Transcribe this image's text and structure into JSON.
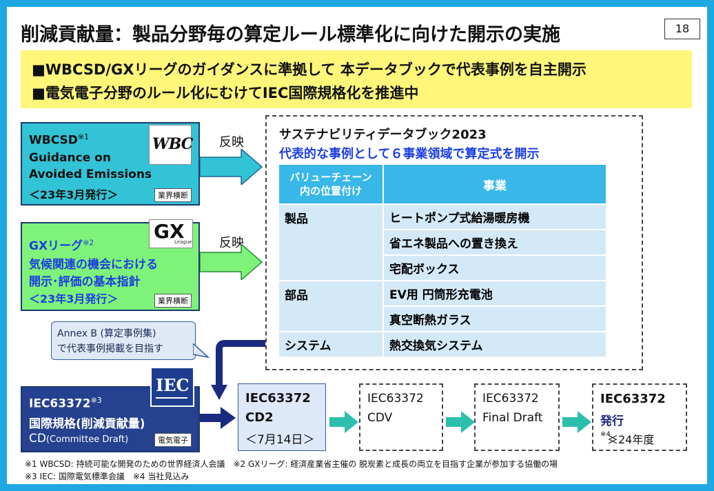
{
  "title": "削減貢献量：製品分野毎の算定ルール標準化に向けた開示の実施",
  "page_number": "18",
  "banner": {
    "line1": "■WBCSD/GXリーグのガイダンスに準拠して 本データブックで代表事例を自主開示",
    "line2": "■電気電子分野のルール化にむけてIEC国際規格化を推進中"
  },
  "wbcsd": {
    "name": "WBCSD",
    "note_mark": "※1",
    "line2": "Guidance on",
    "line3": "Avoided Emissions",
    "date": "＜23年3月発行＞",
    "tag": "業界横断",
    "logo_text": "WBC"
  },
  "gx": {
    "name": "GXリーグ",
    "note_mark": "※2",
    "line2": "気候関連の機会における",
    "line3": "開示･評価の基本指針",
    "date": "＜23年3月発行＞",
    "tag": "業界横断",
    "logo_text": "GX",
    "logo_sub": "League"
  },
  "arrows": {
    "reflect1": "反映",
    "reflect2": "反映"
  },
  "callout": {
    "line1": "Annex B (算定事例集)",
    "line2": "で代表事例掲載を目指す"
  },
  "iec": {
    "name": "IEC63372",
    "note_mark": "※3",
    "line2": "国際規格(削減貢献量)",
    "line3_main": "CD",
    "line3_sub": "(Committee Draft)",
    "tag": "電気電子",
    "logo_text": "IEC"
  },
  "databook": {
    "title": "サステナビリティデータブック2023",
    "subtitle": "代表的な事例として６事業領域で算定式を開示",
    "header_col1_line1": "バリューチェーン",
    "header_col1_line2": "内の位置付け",
    "header_col2": "事業",
    "rows": [
      {
        "cat": "製品",
        "item": "ヒートポンプ式給湯暖房機"
      },
      {
        "cat": "",
        "item": "省エネ製品への置き換え"
      },
      {
        "cat": "",
        "item": "宅配ボックス"
      },
      {
        "cat": "部品",
        "item": "EV用 円筒形充電池"
      },
      {
        "cat": "",
        "item": "真空断熱ガラス"
      },
      {
        "cat": "システム",
        "item": "熱交換気システム"
      }
    ]
  },
  "stages": {
    "cd2": {
      "line1": "IEC63372",
      "line2": "CD2",
      "line3": "＜7月14日＞"
    },
    "cdv": {
      "line1": "IEC63372",
      "line2": "CDV"
    },
    "fd": {
      "line1": "IEC63372",
      "line2": "Final Draft"
    },
    "pub": {
      "line1": "IEC63372",
      "line2": "発行",
      "line3_pre": "＜24年度",
      "line3_mark": "※4",
      "line3_post": "＞"
    }
  },
  "footnotes": {
    "line1": "※1 WBCSD: 持続可能な開発のための世界経済人会議　※2 GXリーグ: 経済産業省主催の 脱炭素と成長の両立を目指す企業が参加する協働の場",
    "line2": "※3 IEC: 国際電気標準会議　※4 当社見込み"
  },
  "colors": {
    "frame": "#1ea7e1",
    "banner": "#fff67a",
    "wbcsd_box": "#33c3d6",
    "gx_box": "#7ff27a",
    "iec_box": "#25418f",
    "table_header": "#39b7e8",
    "table_cell": "#d4e9f8",
    "accent_blue": "#1c3fe0"
  }
}
